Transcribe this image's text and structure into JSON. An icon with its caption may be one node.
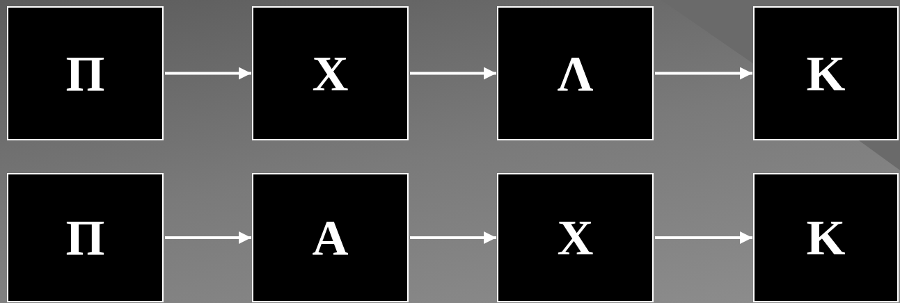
{
  "diagram": {
    "nodes": [
      {
        "text": [
          "Π"
        ]
      },
      {
        "text": [
          "Χ"
        ]
      },
      {
        "text": [
          "Λ"
        ]
      },
      {
        "text": [
          "Κ"
        ]
      },
      {
        "text": [
          "Π"
        ]
      },
      {
        "text": [
          "Α"
        ]
      },
      {
        "text": [
          "Χ"
        ]
      },
      {
        "text": [
          "Κ"
        ]
      }
    ],
    "edges": [
      {
        "from": 0,
        "to": 1,
        "arrow": "to"
      },
      {
        "from": 1,
        "to": 2,
        "arrow": "to"
      },
      {
        "from": 2,
        "to": 3,
        "arrow": "to"
      },
      {
        "from": 4,
        "to": 5,
        "arrow": "to"
      },
      {
        "from": 5,
        "to": 6,
        "arrow": "to"
      },
      {
        "from": 6,
        "to": 7,
        "arrow": "to"
      }
    ]
  }
}
